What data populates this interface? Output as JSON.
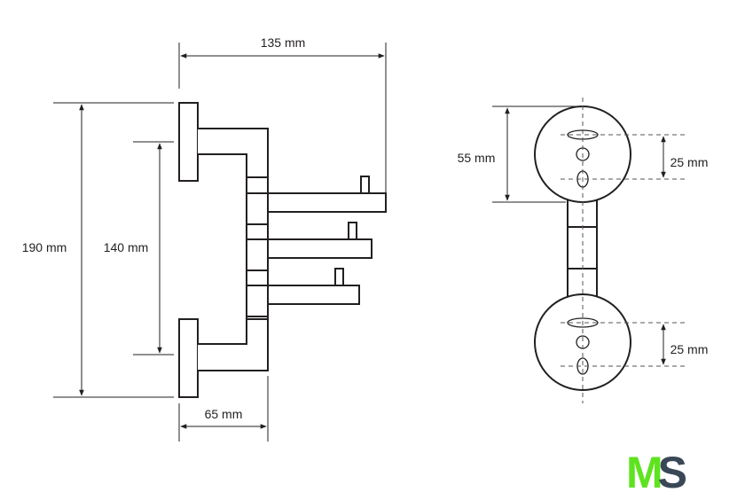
{
  "dimensions": {
    "overall_width": "135 mm",
    "overall_height": "190 mm",
    "inner_height": "140 mm",
    "base_depth": "65 mm",
    "plate_height": "55 mm",
    "hole_spacing_top": "25 mm",
    "hole_spacing_bottom": "25 mm"
  },
  "logo": {
    "text": "MS",
    "color_m": "#5ee31f",
    "color_s": "#3a4756"
  },
  "colors": {
    "line": "#231f20",
    "center_line": "#555555"
  }
}
